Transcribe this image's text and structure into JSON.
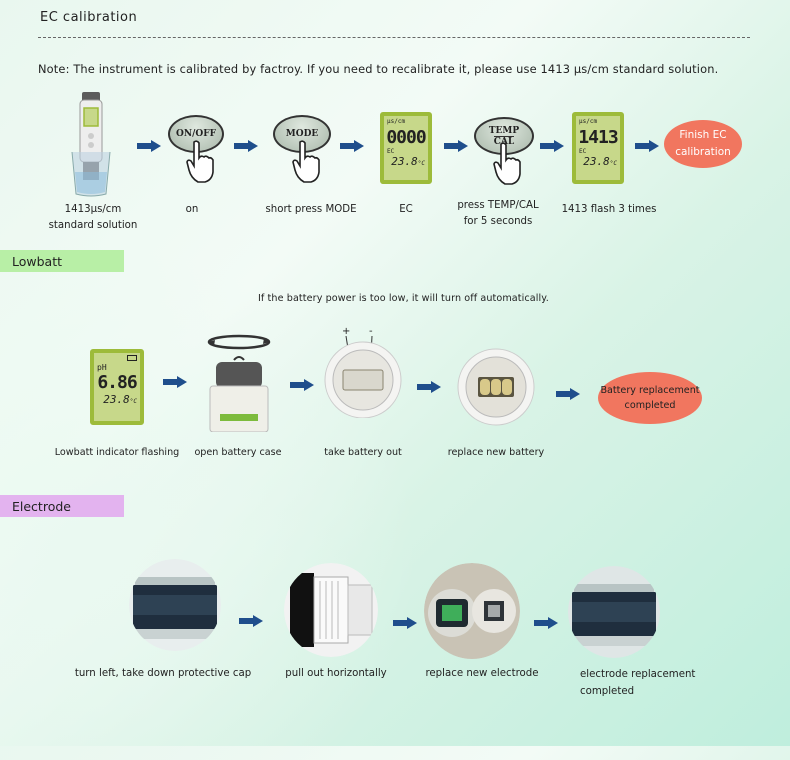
{
  "sections": {
    "ec": {
      "title": "EC calibration",
      "note": "Note: The instrument is calibrated by factroy. If you need to recalibrate it, please use 1413 µs/cm standard solution.",
      "steps": [
        {
          "label_lines": [
            "1413µs/cm",
            "standard solution"
          ]
        },
        {
          "label_lines": [
            "on"
          ],
          "button": "ON/OFF"
        },
        {
          "label_lines": [
            "short press MODE"
          ],
          "button": "MODE"
        },
        {
          "label_lines": [
            "EC"
          ],
          "display": {
            "unit": "µs/cm",
            "value": "0000",
            "mode": "EC",
            "temp": "23.8",
            "temp_unit": "°C"
          }
        },
        {
          "label_lines": [
            "press TEMP/CAL",
            "for 5 seconds"
          ],
          "button_lines": [
            "TEMP",
            "CAL"
          ]
        },
        {
          "label_lines": [
            "1413 flash 3 times"
          ],
          "display": {
            "unit": "µs/cm",
            "value": "1413",
            "mode": "EC",
            "temp": "23.8",
            "temp_unit": "°C"
          }
        }
      ],
      "finish_lines": [
        "Finish EC",
        "calibration"
      ]
    },
    "lowbatt": {
      "title": "Lowbatt",
      "note": "If the battery power is too low, it will turn off automatically.",
      "display": {
        "unit": "pH",
        "value": "6.86",
        "temp": "23.8",
        "temp_unit": "°C"
      },
      "polarity": {
        "plus": "+",
        "minus": "-"
      },
      "steps": [
        "Lowbatt indicator flashing",
        "open battery case",
        "take battery out",
        "replace new battery"
      ],
      "finish_lines": [
        "Battery replacement",
        "completed"
      ]
    },
    "electrode": {
      "title": "Electrode",
      "steps": [
        [
          "turn left, take down protective cap"
        ],
        [
          "pull out horizontally"
        ],
        [
          "replace new electrode"
        ],
        [
          "electrode replacement",
          "completed"
        ]
      ]
    }
  },
  "colors": {
    "arrow": "#1f4e8c",
    "finish": "#f1765f",
    "lowbatt_tag": "#b8efa6",
    "electrode_tag": "#e3b3ef",
    "lcd_bg": "#c7d88a",
    "lcd_border": "#9dbb3a"
  }
}
